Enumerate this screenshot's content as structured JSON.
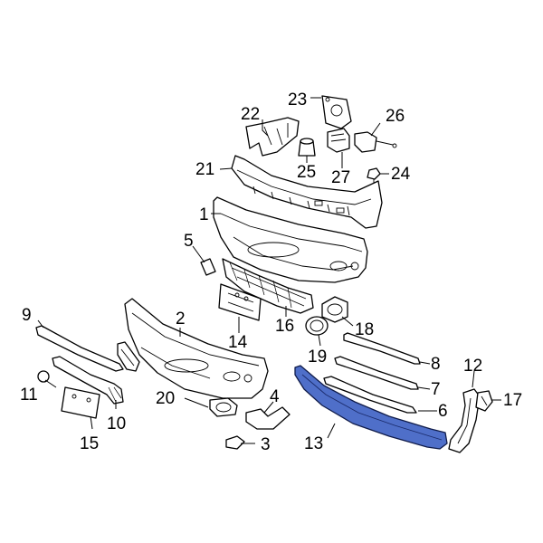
{
  "highlight_color": "#4f6fc9",
  "callouts": {
    "c1": "1",
    "c2": "2",
    "c3": "3",
    "c4": "4",
    "c5": "5",
    "c6": "6",
    "c7": "7",
    "c8": "8",
    "c9": "9",
    "c10": "10",
    "c11": "11",
    "c12": "12",
    "c13": "13",
    "c14": "14",
    "c15": "15",
    "c16": "16",
    "c17": "17",
    "c18": "18",
    "c19": "19",
    "c20": "20",
    "c21": "21",
    "c22": "22",
    "c23": "23",
    "c24": "24",
    "c25": "25",
    "c26": "26",
    "c27": "27"
  }
}
